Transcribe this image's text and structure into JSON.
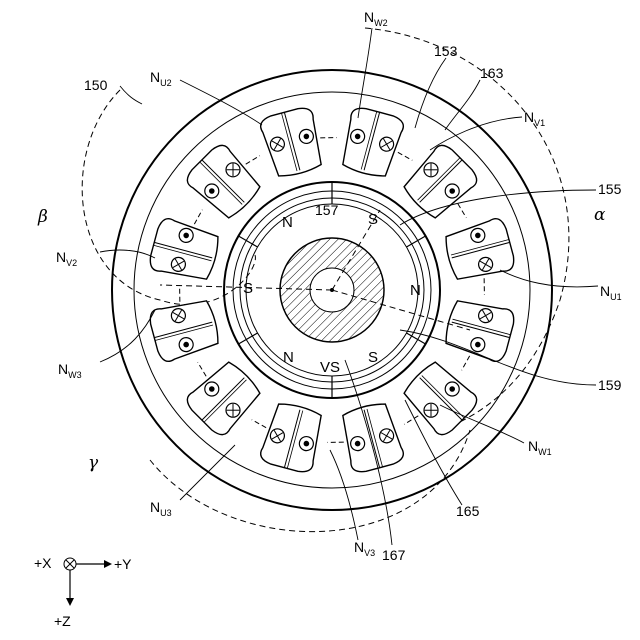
{
  "figure": {
    "ref_main": "150",
    "center_labels": {
      "shaft": "157",
      "vs": "VS"
    }
  },
  "poles": {
    "n_top": "N",
    "s_topright": "S",
    "n_right": "N",
    "s_botright": "S",
    "n_botleft": "N",
    "s_left": "S"
  },
  "coil_labels": [
    {
      "id": "nw2",
      "main": "N",
      "sub": "W2"
    },
    {
      "id": "nu2",
      "main": "N",
      "sub": "U2"
    },
    {
      "id": "nv1",
      "main": "N",
      "sub": "V1"
    },
    {
      "id": "nv2",
      "main": "N",
      "sub": "V2"
    },
    {
      "id": "nu1",
      "main": "N",
      "sub": "U1"
    },
    {
      "id": "nw3",
      "main": "N",
      "sub": "W3"
    },
    {
      "id": "nw1",
      "main": "N",
      "sub": "W1"
    },
    {
      "id": "nu3",
      "main": "N",
      "sub": "U3"
    },
    {
      "id": "nv3",
      "main": "N",
      "sub": "V3"
    }
  ],
  "ref_numbers": {
    "r153": "153",
    "r163": "163",
    "r155": "155",
    "r159": "159",
    "r165": "165",
    "r167": "167"
  },
  "greek": {
    "alpha": "α",
    "beta": "β",
    "gamma": "γ"
  },
  "axes": {
    "x": "+X",
    "y": "+Y",
    "z": "+Z"
  }
}
